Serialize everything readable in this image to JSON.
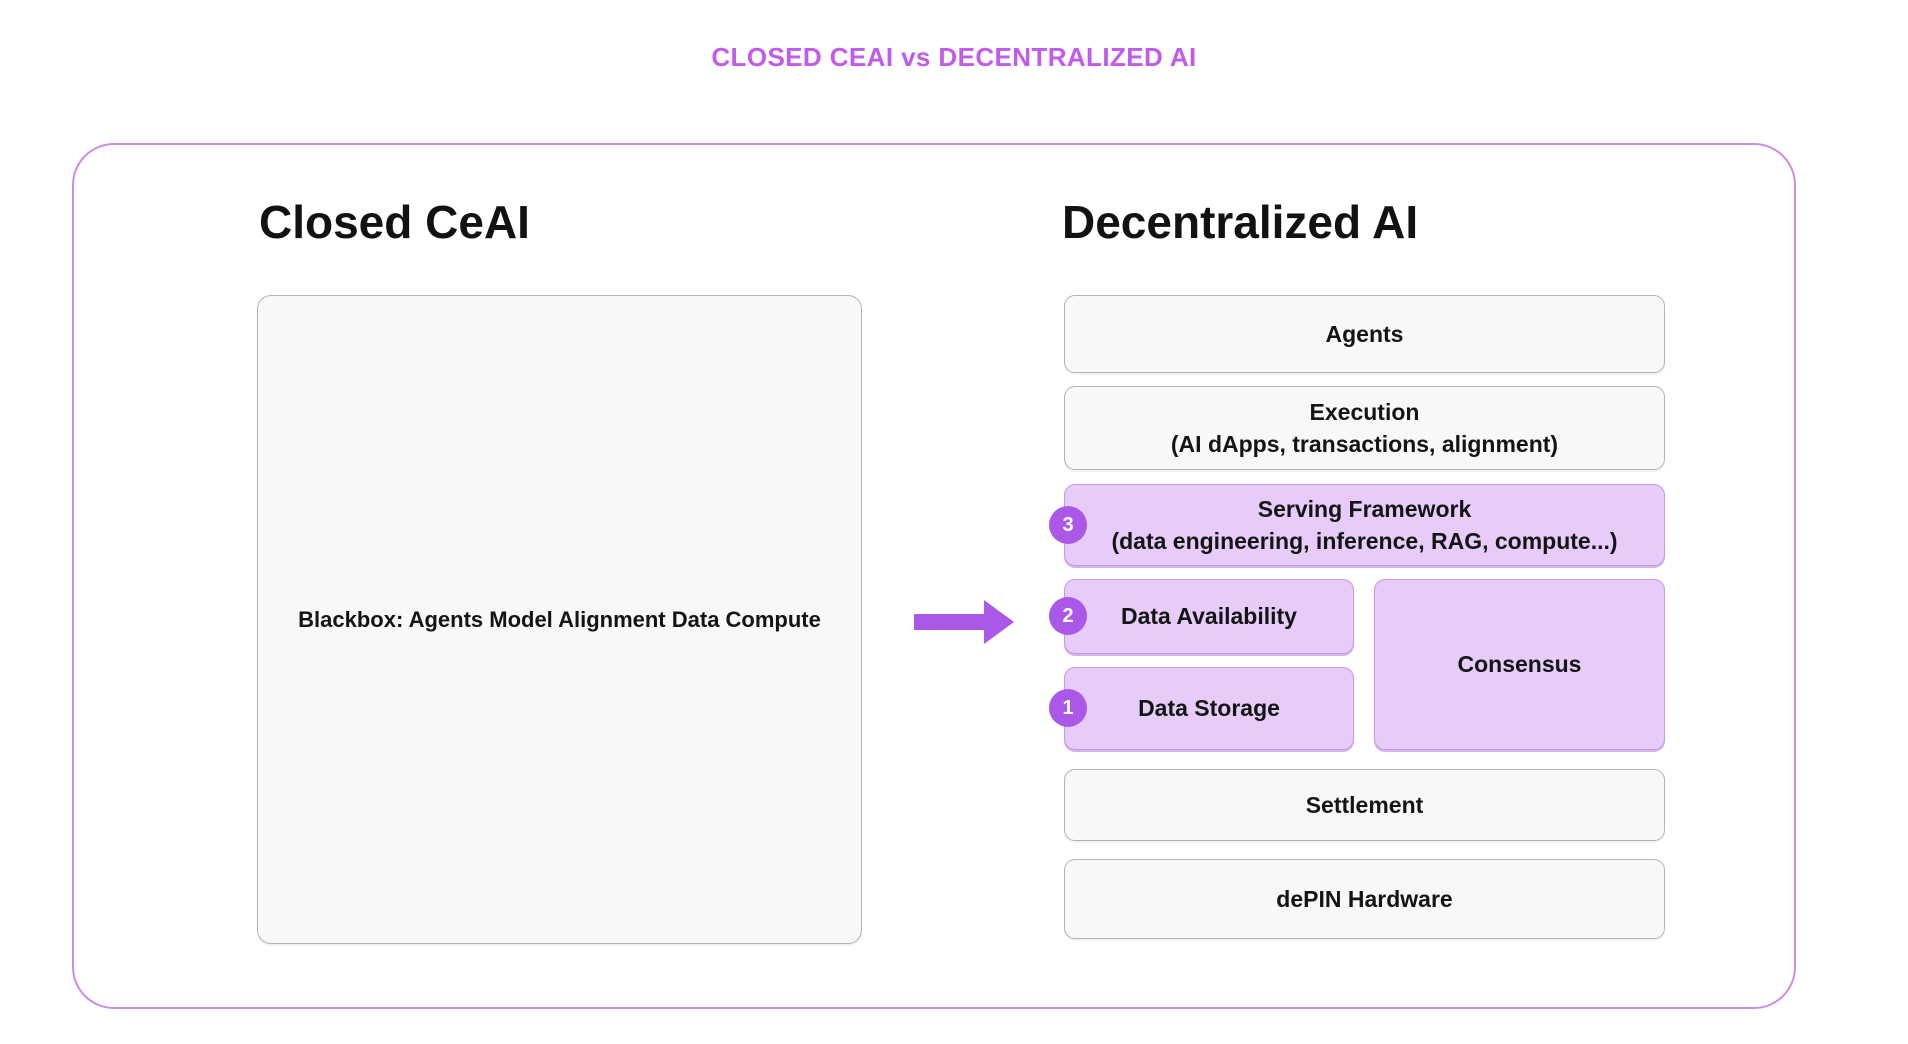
{
  "title": "CLOSED CEAI vs DECENTRALIZED AI",
  "colors": {
    "title-color": "#c25aee",
    "accent": "#a958e8",
    "purple-fill": "#e7cbf8",
    "purple-border": "#c49ae6",
    "gray-fill": "#f8f8f8",
    "gray-border": "#b3b3b3",
    "outer-border": "#cd8ce5",
    "text-color": "#141414"
  },
  "left_panel": {
    "heading": "Closed CeAI",
    "blackbox_label": "Blackbox: Agents Model Alignment Data Compute"
  },
  "right_panel": {
    "heading": "Decentralized AI",
    "layers": {
      "agents": {
        "label": "Agents"
      },
      "execution": {
        "line1": "Execution",
        "line2": "(AI dApps, transactions, alignment)"
      },
      "serving": {
        "line1": "Serving Framework",
        "line2": "(data engineering, inference, RAG, compute...)",
        "badge": "3"
      },
      "data_availability": {
        "label": "Data Availability",
        "badge": "2"
      },
      "consensus": {
        "label": "Consensus"
      },
      "data_storage": {
        "label": "Data Storage",
        "badge": "1"
      },
      "settlement": {
        "label": "Settlement"
      },
      "depin_hardware": {
        "label": "dePIN Hardware"
      }
    }
  }
}
